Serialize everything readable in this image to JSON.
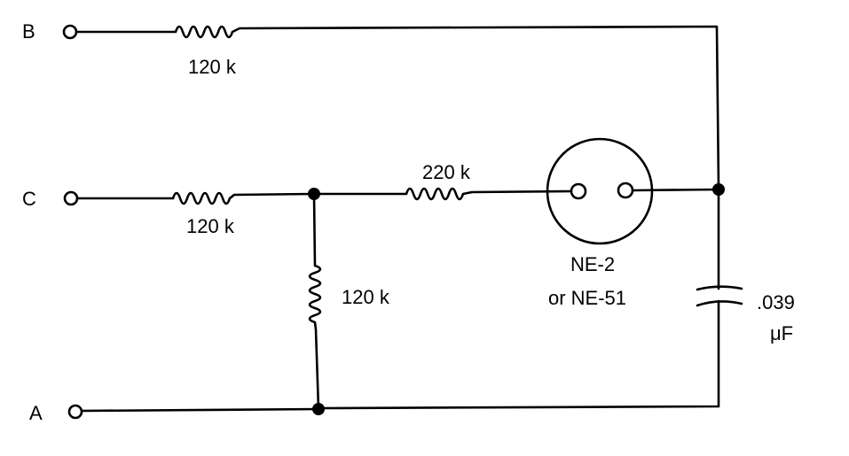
{
  "terminals": {
    "b": "B",
    "c": "C",
    "a": "A"
  },
  "components": {
    "r_b": "120 k",
    "r_c": "120 k",
    "r_mid": "220 k",
    "r_shunt": "120 k",
    "lamp_line1": "NE-2",
    "lamp_line2": "or NE-51",
    "cap_value": ".039",
    "cap_unit": "μF"
  }
}
